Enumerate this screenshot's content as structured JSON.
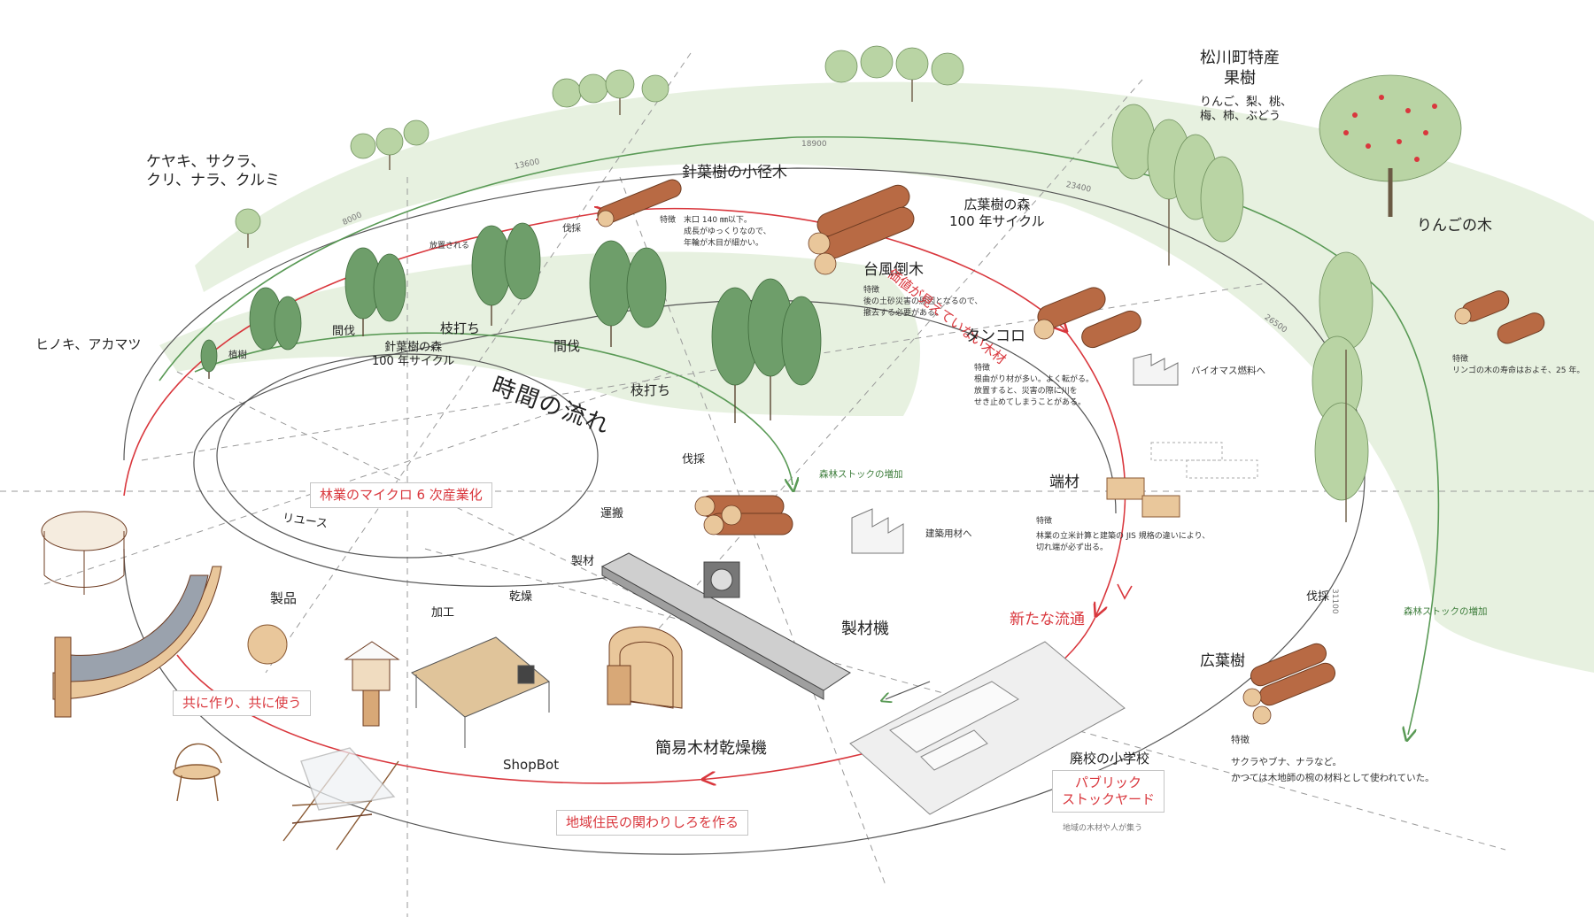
{
  "texts": {
    "keyaki": "ケヤキ、サクラ、\nクリ、ナラ、クルミ",
    "hinoki": "ヒノキ、アカマツ",
    "shinyo_sho": "針葉樹の小径木",
    "shinyo_sho_feat_label": "特徴",
    "shinyo_sho_feat": "末口 140 ㎜以下。\n成長がゆっくりなので、\n年輪が木目が細かい。",
    "koyo_mori": "広葉樹の森\n100 年サイクル",
    "matsukawa": "松川町特産\n果樹",
    "fruits": "りんご、梨、桃、\n梅、柿、ぶどう",
    "ringo_ki": "りんごの木",
    "ringo_feat_label": "特徴",
    "ringo_feat": "リンゴの木の寿命はおよそ、25 年。",
    "taifu": "台風倒木",
    "taifu_feat_label": "特徴",
    "taifu_feat": "後の土砂災害の原因となるので、\n撤去する必要がある。",
    "kachi": "価値が見えていない木材",
    "tankoro": "タンコロ",
    "tankoro_feat_label": "特徴",
    "tankoro_feat": "根曲がり材が多い。よく転がる。\n放置すると、災害の際に川を\nせき止めてしまうことがある。",
    "biomass": "バイオマス燃料へ",
    "hashizai": "端材",
    "hashizai_feat_label": "特徴",
    "hashizai_feat": "林業の立米計算と建築の JIS 規格の違いにより、\n切れ端が必ず出る。",
    "kenchiku": "建築用材へ",
    "shinkei_mori": "針葉樹の森\n100 年サイクル",
    "jikan": "時間の流れ",
    "maikuro": "林業のマイクロ 6 次産業化",
    "shinrin_stock1": "森林ストックの増加",
    "shinrin_stock2": "森林ストックの増加",
    "arata": "新たな流通",
    "seizaiki": "製材機",
    "kanyi": "簡易木材乾燥機",
    "shopbot": "ShopBot",
    "tomoni": "共に作り、共に使う",
    "chiiki": "地域住民の関わりしろを作る",
    "haiko": "廃校の小学校",
    "public": "パブリック\nストックヤード",
    "chiiki_mokuzai": "地域の木材や人が集う",
    "koyoju": "広葉樹",
    "koyoju_feat_label": "特徴",
    "koyoju_feat": "サクラやブナ、ナラなど。\nかつては木地師の椀の材料として使われていた。",
    "seihin": "製品",
    "reuse": "リユース",
    "kako": "加工",
    "kanso": "乾燥",
    "seizai": "製材",
    "unpan": "運搬",
    "basso1": "伐採",
    "basso2": "伐採",
    "basso3": "伐採",
    "kanbatsu1": "間伐",
    "kanbatsu2": "間伐",
    "edauchi1": "枝打ち",
    "edauchi2": "枝打ち",
    "shokuju": "植樹",
    "hochi": "放置される",
    "n8000": "8000",
    "n13600": "13600",
    "n18900": "18900",
    "n23400": "23400",
    "n26500": "26500",
    "n31100": "31100"
  },
  "colors": {
    "red": "#d9373d",
    "green_line": "#5a9a56",
    "band_fill": "#e3eedb",
    "tree_dark": "#6e9e6a",
    "tree_light": "#b9d4a4",
    "wood": "#b86a44",
    "wood_end": "#e9c79b"
  }
}
